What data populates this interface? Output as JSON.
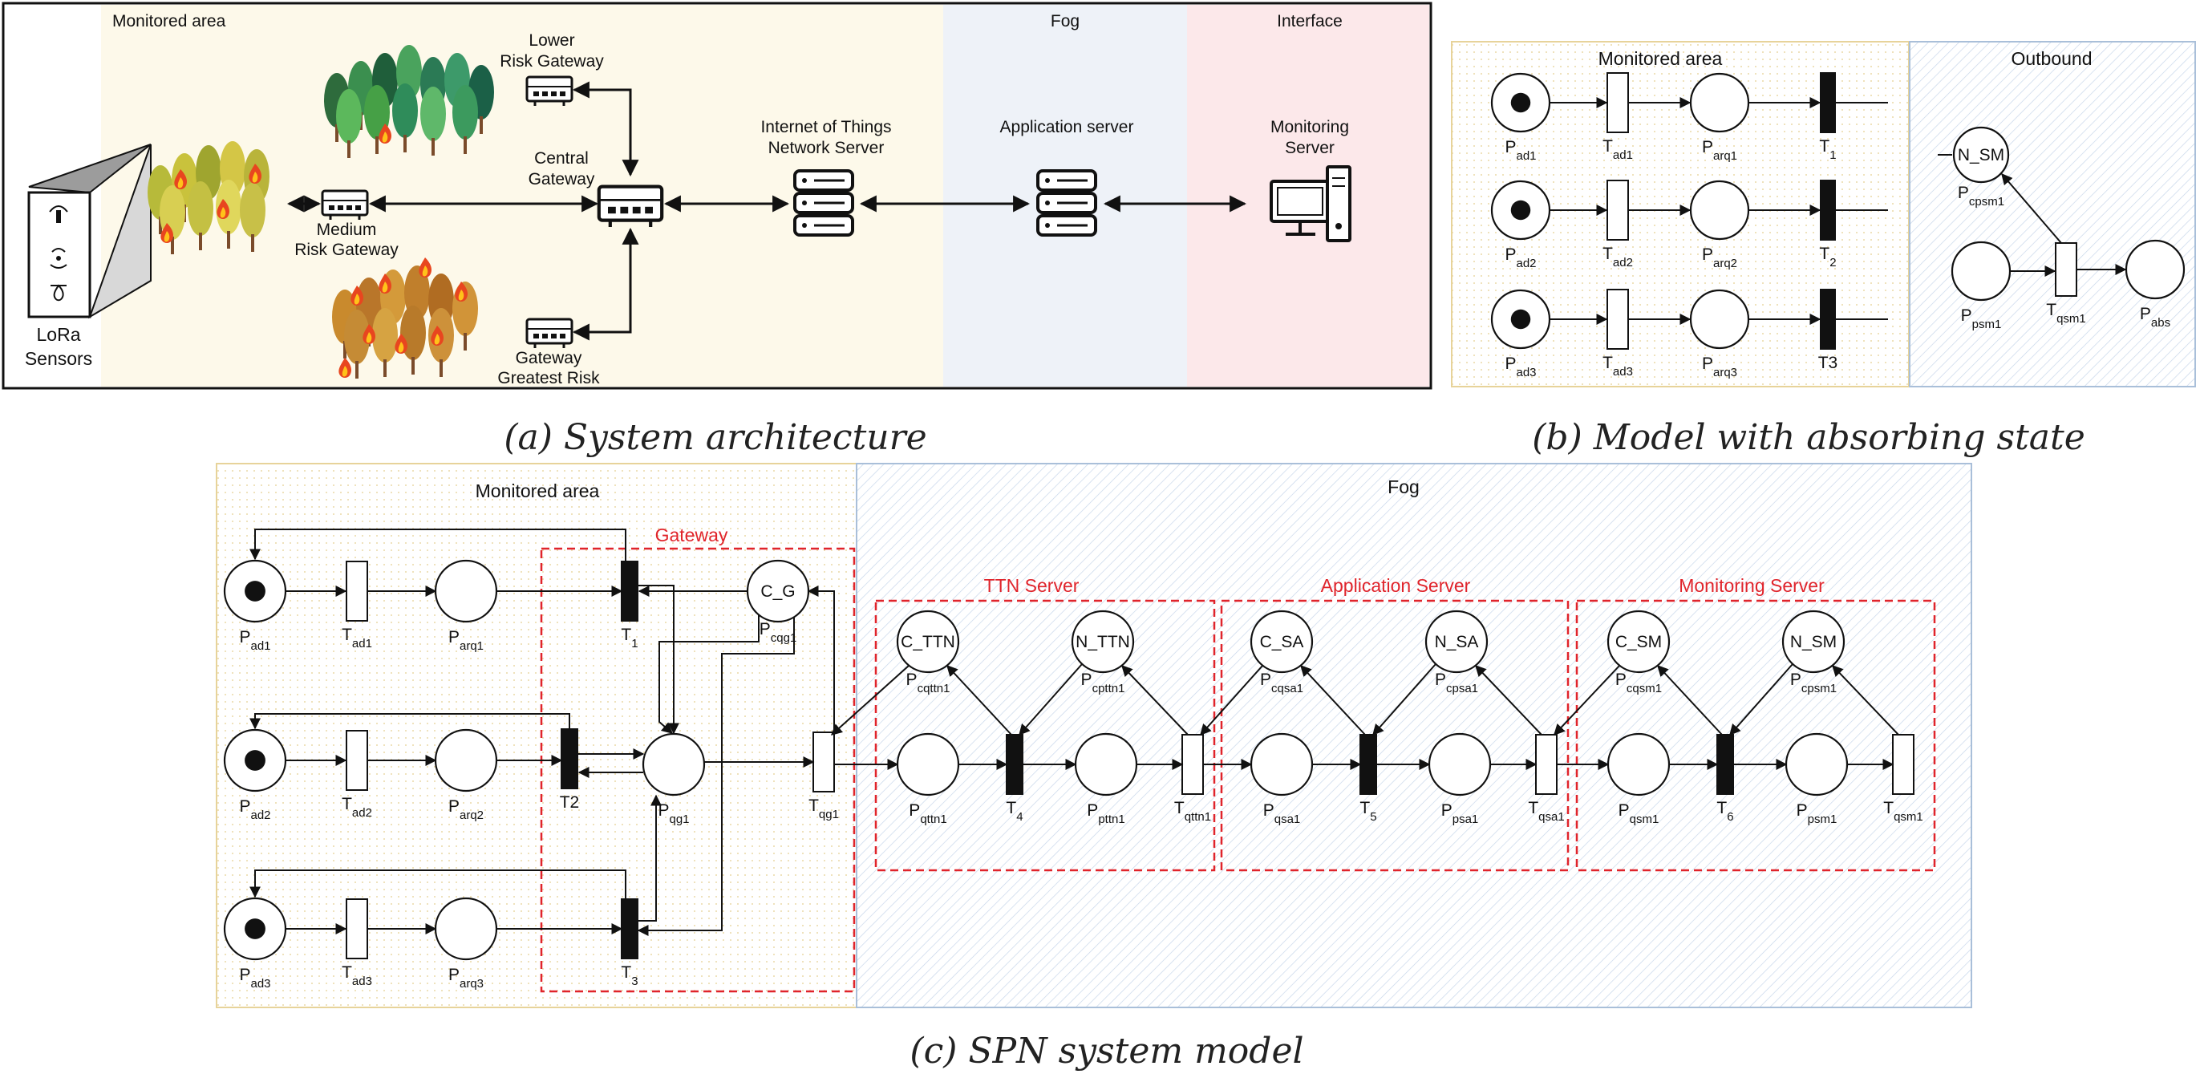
{
  "colors": {
    "monitored_bg": "#fdf9ea",
    "fog_bg": "#eef2f8",
    "interface_bg": "#fce8ea",
    "zone_border": "#e7d39a",
    "fog_border": "#a9bfd9",
    "gateway_dash": "#e0242b",
    "ink": "#111111"
  },
  "panel_a": {
    "caption": "(a) System architecture",
    "zones": {
      "monitored": "Monitored area",
      "fog": "Fog",
      "interface": "Interface"
    },
    "sensor_label_line1": "LoRa",
    "sensor_label_line2": "Sensors",
    "lower_gateway_line1": "Lower",
    "lower_gateway_line2": "Risk Gateway",
    "central_gateway_line1": "Central",
    "central_gateway_line2": "Gateway",
    "medium_gateway_line1": "Medium",
    "medium_gateway_line2": "Risk Gateway",
    "greatest_gateway_line1": "Gateway",
    "greatest_gateway_line2": "Greatest Risk",
    "iot_server_line1": "Internet of Things",
    "iot_server_line2": "Network Server",
    "app_server": "Application server",
    "monitoring_server_line1": "Monitoring",
    "monitoring_server_line2": "Server",
    "icons": [
      "antenna-icon",
      "wireless-icon",
      "fire-sensor-icon",
      "router-icon",
      "server-icon",
      "computer-icon",
      "forest-icon",
      "fire-icon"
    ]
  },
  "panel_b": {
    "caption": "(b) Model with absorbing state",
    "zones": {
      "monitored": "Monitored area",
      "outbound": "Outbound"
    },
    "places": {
      "pad1": {
        "main": "P",
        "sub": "ad1"
      },
      "pad2": {
        "main": "P",
        "sub": "ad2"
      },
      "pad3": {
        "main": "P",
        "sub": "ad3"
      },
      "parq1": {
        "main": "P",
        "sub": "arq1"
      },
      "parq2": {
        "main": "P",
        "sub": "arq2"
      },
      "parq3": {
        "main": "P",
        "sub": "arq3"
      },
      "pcpsm1": {
        "main": "P",
        "sub": "cpsm1",
        "inner": "N_SM"
      },
      "ppsm1": {
        "main": "P",
        "sub": "psm1"
      },
      "pabs": {
        "main": "P",
        "sub": "abs"
      }
    },
    "transitions": {
      "tad1": {
        "main": "T",
        "sub": "ad1"
      },
      "tad2": {
        "main": "T",
        "sub": "ad2"
      },
      "tad3": {
        "main": "T",
        "sub": "ad3"
      },
      "t1": {
        "main": "T",
        "sub": "1"
      },
      "t2": {
        "main": "T",
        "sub": "2"
      },
      "t3": {
        "main": "T3",
        "sub": ""
      },
      "tqsm1": {
        "main": "T",
        "sub": "qsm1"
      }
    }
  },
  "panel_c": {
    "caption": "(c) SPN system model",
    "zones": {
      "monitored": "Monitored area",
      "fog": "Fog"
    },
    "groups": {
      "gateway": "Gateway",
      "ttn": "TTN Server",
      "app": "Application Server",
      "mon": "Monitoring Server"
    },
    "places": {
      "pad1": {
        "main": "P",
        "sub": "ad1"
      },
      "pad2": {
        "main": "P",
        "sub": "ad2"
      },
      "pad3": {
        "main": "P",
        "sub": "ad3"
      },
      "parq1": {
        "main": "P",
        "sub": "arq1"
      },
      "parq2": {
        "main": "P",
        "sub": "arq2"
      },
      "parq3": {
        "main": "P",
        "sub": "arq3"
      },
      "pcqg1": {
        "main": "P",
        "sub": "cqg1",
        "inner": "C_G"
      },
      "pqg1": {
        "main": "P",
        "sub": "qg1"
      },
      "pcqttn1": {
        "main": "P",
        "sub": "cqttn1",
        "inner": "C_TTN"
      },
      "pcpttn1": {
        "main": "P",
        "sub": "cpttn1",
        "inner": "N_TTN"
      },
      "pqttn1": {
        "main": "P",
        "sub": "qttn1"
      },
      "ppttn1": {
        "main": "P",
        "sub": "pttn1"
      },
      "pcqsa1": {
        "main": "P",
        "sub": "cqsa1",
        "inner": "C_SA"
      },
      "pcpsa1": {
        "main": "P",
        "sub": "cpsa1",
        "inner": "N_SA"
      },
      "pqsa1": {
        "main": "P",
        "sub": "qsa1"
      },
      "ppsa1": {
        "main": "P",
        "sub": "psa1"
      },
      "pcqsm1": {
        "main": "P",
        "sub": "cqsm1",
        "inner": "C_SM"
      },
      "pcpsm1": {
        "main": "P",
        "sub": "cpsm1",
        "inner": "N_SM"
      },
      "pqsm1": {
        "main": "P",
        "sub": "qsm1"
      },
      "ppsm1": {
        "main": "P",
        "sub": "psm1"
      }
    },
    "transitions": {
      "tad1": {
        "main": "T",
        "sub": "ad1"
      },
      "tad2": {
        "main": "T",
        "sub": "ad2"
      },
      "tad3": {
        "main": "T",
        "sub": "ad3"
      },
      "t1": {
        "main": "T",
        "sub": "1"
      },
      "t2": {
        "main": "T2",
        "sub": ""
      },
      "t3": {
        "main": "T",
        "sub": "3"
      },
      "tqg1": {
        "main": "T",
        "sub": "qg1"
      },
      "t4": {
        "main": "T",
        "sub": "4"
      },
      "tqttn1": {
        "main": "T",
        "sub": "qttn1"
      },
      "t5": {
        "main": "T",
        "sub": "5"
      },
      "tqsa1": {
        "main": "T",
        "sub": "qsa1"
      },
      "t6": {
        "main": "T",
        "sub": "6"
      },
      "tqsm1": {
        "main": "T",
        "sub": "qsm1"
      }
    }
  }
}
